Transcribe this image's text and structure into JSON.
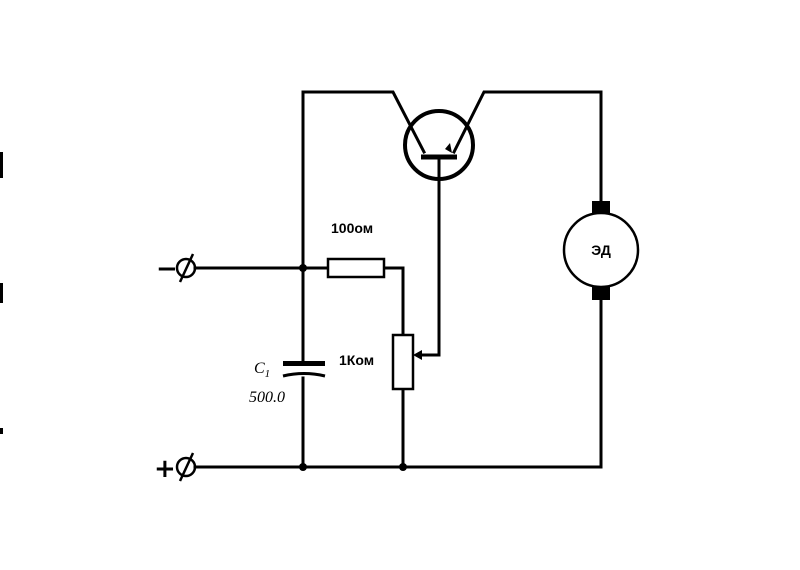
{
  "terminals": {
    "negative": {
      "sign": "−"
    },
    "positive": {
      "sign": "+"
    }
  },
  "resistor": {
    "value": "100ом"
  },
  "potentiometer": {
    "value": "1Ком"
  },
  "capacitor": {
    "designator": "C",
    "subscript": "1",
    "value": "500.0"
  },
  "motor": {
    "label": "ЭД"
  },
  "colors": {
    "ink": "#000000",
    "paper": "#ffffff"
  }
}
